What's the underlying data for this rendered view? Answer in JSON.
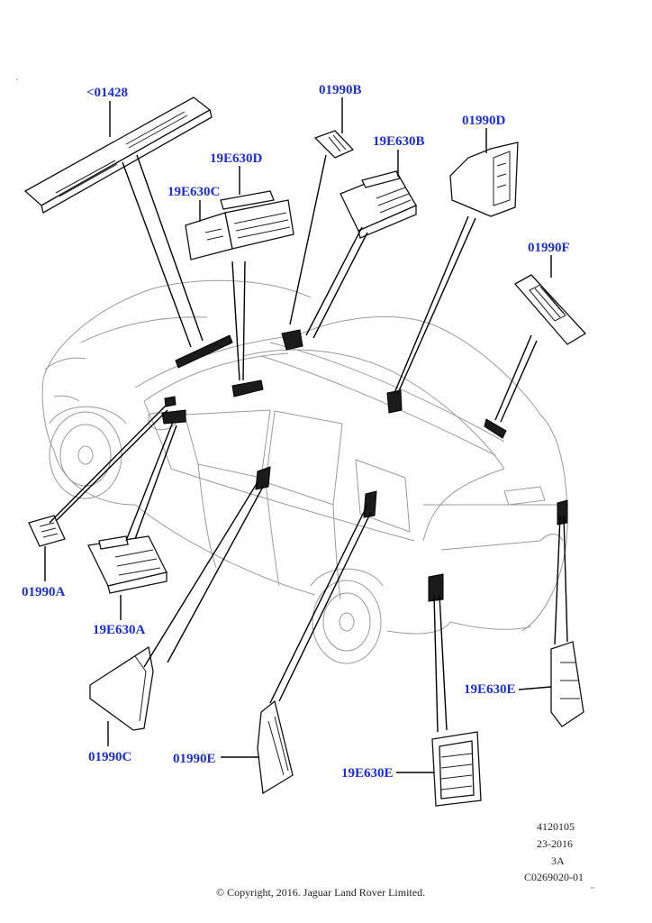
{
  "parts": {
    "p01428": "<01428",
    "p01990B": "01990B",
    "p01990D": "01990D",
    "p19E630B": "19E630B",
    "p19E630D": "19E630D",
    "p19E630C": "19E630C",
    "p01990F": "01990F",
    "p01990A": "01990A",
    "p19E630A": "19E630A",
    "p19E630E_right": "19E630E",
    "p01990C": "01990C",
    "p01990E": "01990E",
    "p19E630E_bottom": "19E630E"
  },
  "info": {
    "line1": "4120105",
    "line2": "23-2016",
    "line3": "3A",
    "line4": "C0269020-01"
  },
  "copyright": "© Copyright, 2016. Jaguar Land Rover Limited.",
  "colors": {
    "label": "#1a2fd6",
    "outline": "#111111",
    "car": "#9a9a9a"
  }
}
